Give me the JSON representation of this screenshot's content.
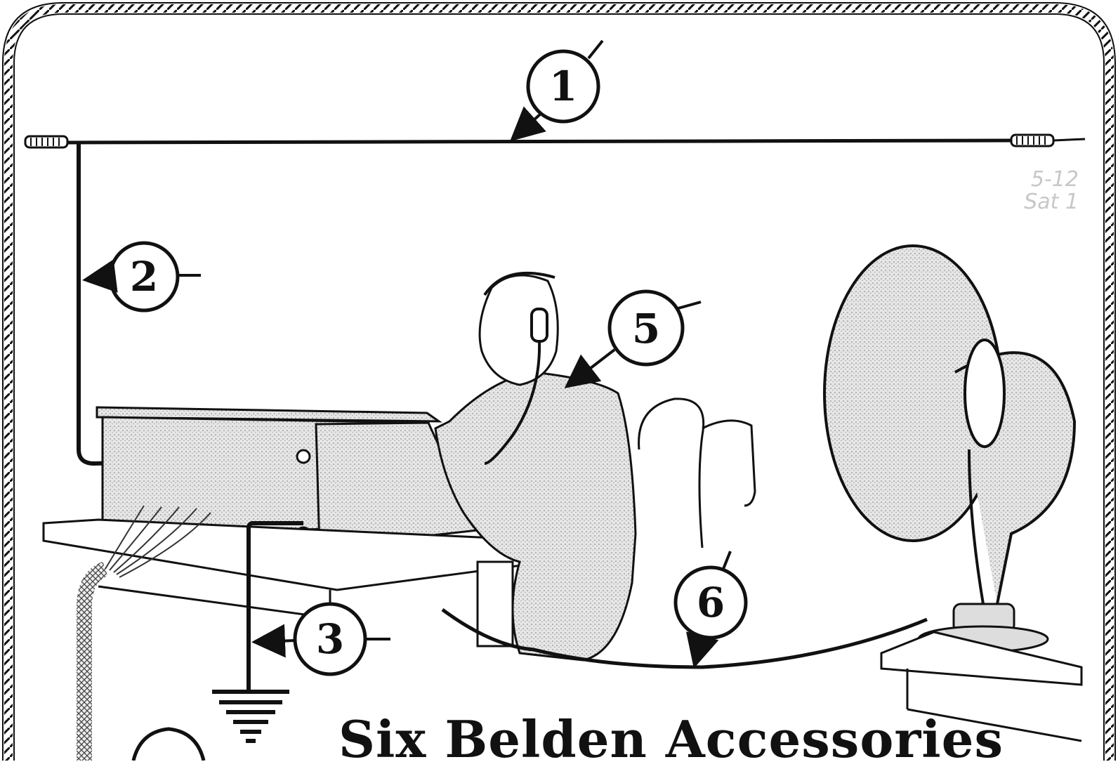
{
  "headline": "Six Belden Accessories",
  "pencil_note": {
    "line1": "5-12",
    "line2": "Sat 1"
  },
  "callouts": [
    "1",
    "2",
    "3",
    "5",
    "6"
  ],
  "illustration": {
    "parts": [
      "antenna-wire",
      "lead-in-wire",
      "ground-wire",
      "headphone-cord",
      "loud-speaker-cord",
      "battery-cable"
    ],
    "colors": {
      "ink": "#111111",
      "paper": "#ffffff",
      "shade": "#d9d9d9"
    }
  }
}
